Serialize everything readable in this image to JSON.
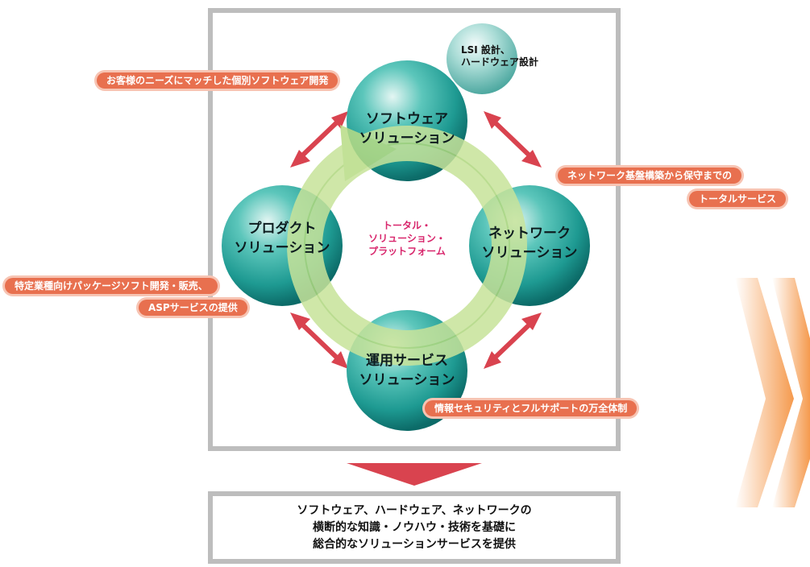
{
  "spheres": {
    "top": [
      "ソフトウェア",
      "ソリューション"
    ],
    "left": [
      "プロダクト",
      "ソリューション"
    ],
    "right": [
      "ネットワーク",
      "ソリューション"
    ],
    "bottom": [
      "運用サービス",
      "ソリューション"
    ]
  },
  "center": [
    "トータル・",
    "ソリューション・",
    "プラットフォーム"
  ],
  "lsi": [
    "LSI 設計、",
    "ハードウェア設計"
  ],
  "callouts": {
    "top_left": "お客様のニーズにマッチした個別ソフトウェア開発",
    "right_1": "ネットワーク基盤構築から保守までの",
    "right_2": "トータルサービス",
    "left_1": "特定業種向けパッケージソフト開発・販売、",
    "left_2": "ASPサービスの提供",
    "bottom": "情報セキュリティとフルサポートの万全体制"
  },
  "summary": [
    "ソフトウェア、ハードウェア、ネットワークの",
    "横断的な知識・ノウハウ・技術を基礎に",
    "総合的なソリューションサービスを提供"
  ],
  "colors": {
    "sphere": "#1e9a92",
    "ring": "#c7e39a",
    "arrow": "#d9434f",
    "pill": "#e8704f",
    "center_text": "#d8266c",
    "chevron": "#f5a25d"
  }
}
